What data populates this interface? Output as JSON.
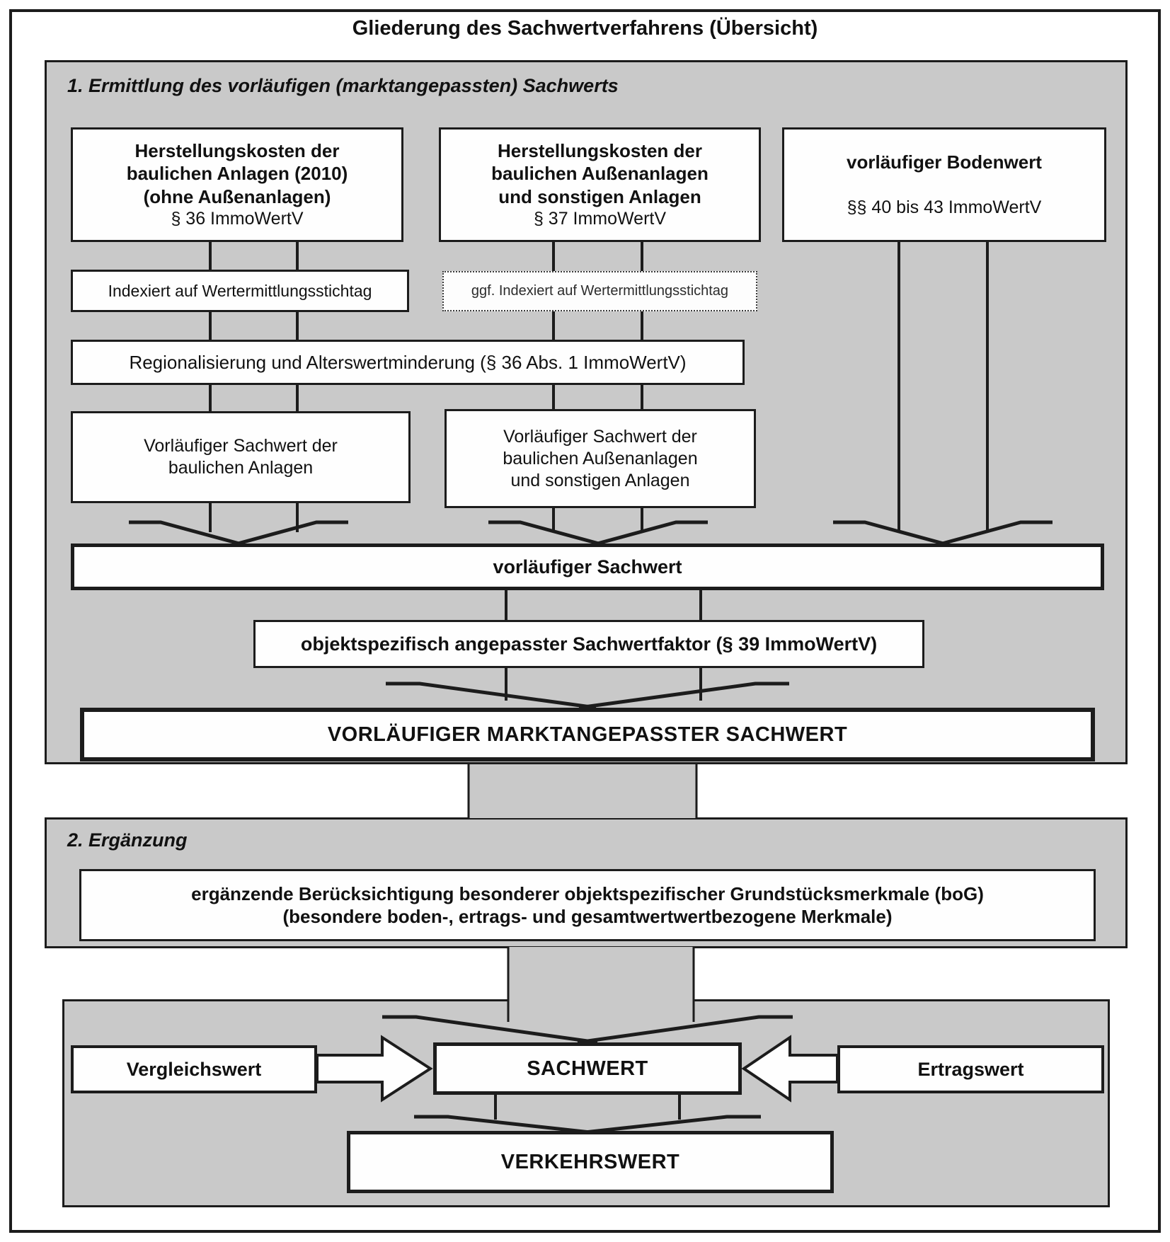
{
  "title": "Gliederung des Sachwertverfahrens (Übersicht)",
  "colors": {
    "panel_gray": "#c9c9c9",
    "line_black": "#1c1c1c",
    "box_white": "#fefefe"
  },
  "section1": {
    "heading": "1. Ermittlung des vorläufigen (marktangepassten) Sachwerts",
    "kosten_bau": {
      "l1": "Herstellungskosten der",
      "l2": "baulichen Anlagen (2010)",
      "l3": "(ohne Außenanlagen)",
      "ref": "§ 36 ImmoWertV"
    },
    "kosten_aussen": {
      "l1": "Herstellungskosten der",
      "l2": "baulichen Außenanlagen",
      "l3": "und sonstigen Anlagen",
      "ref": "§ 37 ImmoWertV"
    },
    "bodenwert": {
      "title": "vorläufiger Bodenwert",
      "ref": "§§ 40 bis 43 ImmoWertV"
    },
    "indexiert": "Indexiert auf Wertermittlungsstichtag",
    "indexiert_ggf": "ggf. Indexiert auf Wertermittlungsstichtag",
    "regionalisierung": "Regionalisierung und Alterswertminderung (§ 36 Abs. 1 ImmoWertV)",
    "vorl_bau": {
      "l1": "Vorläufiger Sachwert der",
      "l2": "baulichen Anlagen"
    },
    "vorl_aussen": {
      "l1": "Vorläufiger Sachwert der",
      "l2": "baulichen Außenanlagen",
      "l3": "und sonstigen Anlagen"
    },
    "vorl_sachwert": "vorläufiger Sachwert",
    "faktor": "objektspezifisch angepasster Sachwertfaktor (§ 39 ImmoWertV)",
    "marktangepasst": "VORLÄUFIGER MARKTANGEPASSTER SACHWERT"
  },
  "section2": {
    "heading": "2. Ergänzung",
    "bog": {
      "l1": "ergänzende Berücksichtigung besonderer objektspezifischer Grundstücksmerkmale (boG)",
      "l2": "(besondere boden-, ertrags- und gesamtwertwertbezogene Merkmale)"
    }
  },
  "section3": {
    "vergleichswert": "Vergleichswert",
    "sachwert": "SACHWERT",
    "ertragswert": "Ertragswert",
    "verkehrswert": "VERKEHRSWERT"
  }
}
